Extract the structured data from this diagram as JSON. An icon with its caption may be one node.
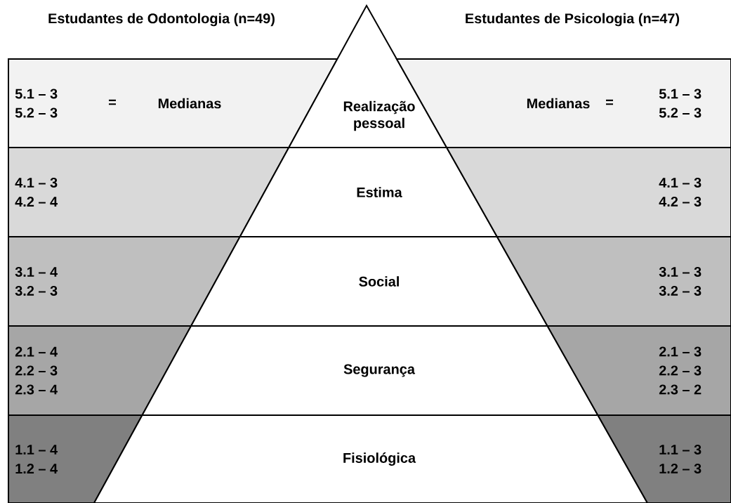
{
  "diagram": {
    "nodes": [
      {
        "text": [
          "5.1 – 3",
          "5.2 – 3",
          "=",
          "Medianas"
        ]
      },
      {
        "text": [
          "Realização pessoal"
        ]
      },
      {
        "text": [
          "Medianas",
          "=",
          "5.1 – 3",
          "5.2 – 3"
        ]
      },
      {
        "text": [
          "4.1 – 3",
          "4.2 – 4"
        ]
      },
      {
        "text": [
          "Estima"
        ]
      },
      {
        "text": [
          "4.1 – 3",
          "4.2 – 3"
        ]
      },
      {
        "text": [
          "3.1 – 4",
          "3.2 – 3"
        ]
      },
      {
        "text": [
          "Social"
        ]
      },
      {
        "text": [
          "3.1 – 3",
          "3.2 – 3"
        ]
      },
      {
        "text": [
          "2.1 – 4",
          "2.2 – 3",
          "2.3 – 4"
        ]
      },
      {
        "text": [
          "Segurança"
        ]
      },
      {
        "text": [
          "2.1 – 3",
          "2.2 – 3",
          "2.3 – 2"
        ]
      },
      {
        "text": [
          "1.1 – 4",
          "1.2 – 4"
        ]
      },
      {
        "text": [
          "Fisiológica"
        ]
      },
      {
        "text": [
          "1.1 – 3",
          "1.2 – 3"
        ]
      }
    ],
    "labels": [
      "Estudantes de Odontologia (n=49)",
      "Estudantes de Psicologia (n=47)"
    ]
  }
}
